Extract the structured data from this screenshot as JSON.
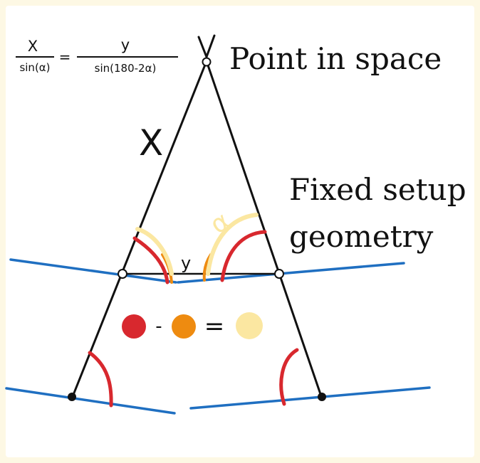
{
  "labels": {
    "point_in_space": "Point in space",
    "fixed_setup_line1": "Fixed setup",
    "fixed_setup_line2": "geometry"
  },
  "handwriting": {
    "formula_numerator_left": "X",
    "formula_denominator_left": "sin(α)",
    "formula_equals": "=",
    "formula_numerator_right": "y",
    "formula_denominator_right": "sin(180-2α)",
    "side_label": "X",
    "base_label": "y",
    "angle_symbol": "α",
    "equation_minus": "-",
    "equation_equals": "="
  },
  "colors": {
    "background": "#fdf8e4",
    "blue_line": "#1f6fc1",
    "red_arc": "#d8282e",
    "orange_arc": "#ee8b10",
    "yellow_arc": "#fbe7a1",
    "ink": "#111111"
  }
}
